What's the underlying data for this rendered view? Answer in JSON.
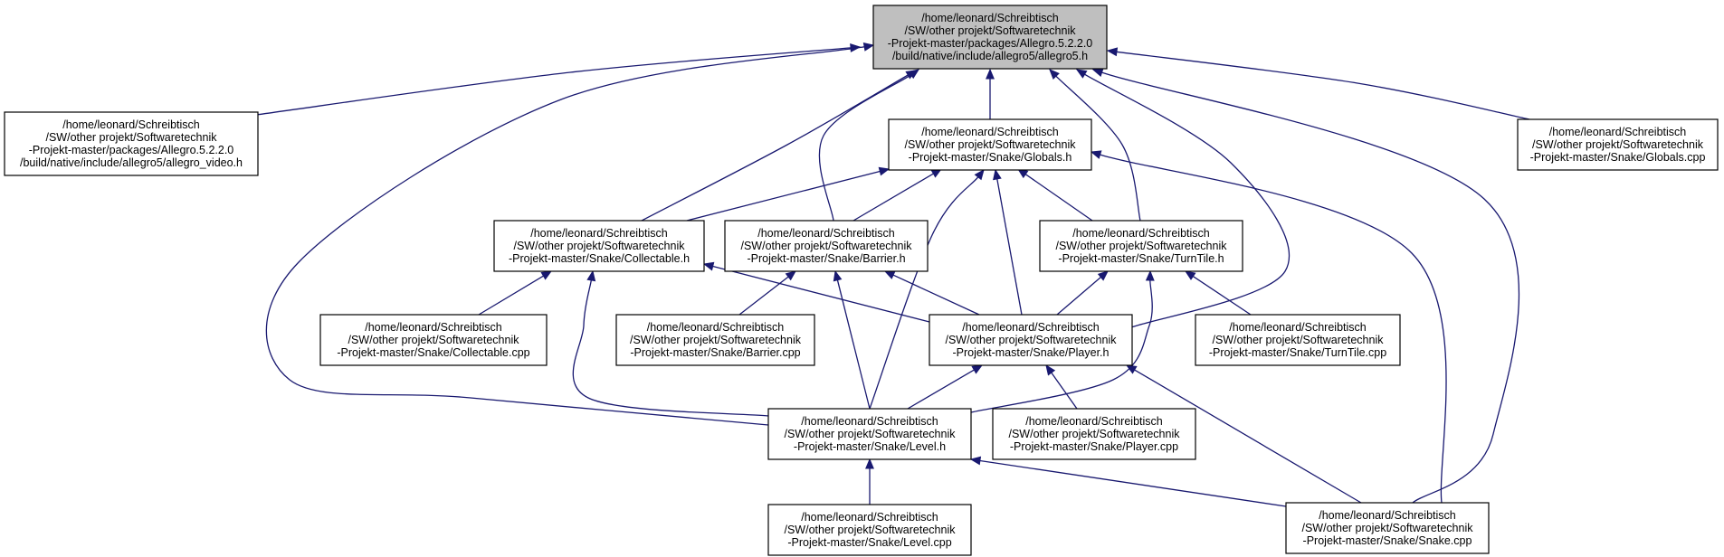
{
  "colors": {
    "edge": "#191970",
    "node_border": "#000000",
    "root_fill": "#bfbfbf",
    "node_fill": "#ffffff"
  },
  "nodes": [
    {
      "id": "allegro5_h",
      "lines": [
        "/home/leonard/Schreibtisch",
        "/SW/other projekt/Softwaretechnik",
        "-Projekt-master/packages/Allegro.5.2.2.0",
        "/build/native/include/allegro5/allegro5.h"
      ],
      "highlighted": true
    },
    {
      "id": "allegro_video_h",
      "lines": [
        "/home/leonard/Schreibtisch",
        "/SW/other projekt/Softwaretechnik",
        "-Projekt-master/packages/Allegro.5.2.2.0",
        "/build/native/include/allegro5/allegro_video.h"
      ]
    },
    {
      "id": "globals_h",
      "lines": [
        "/home/leonard/Schreibtisch",
        "/SW/other projekt/Softwaretechnik",
        "-Projekt-master/Snake/Globals.h"
      ]
    },
    {
      "id": "globals_cpp",
      "lines": [
        "/home/leonard/Schreibtisch",
        "/SW/other projekt/Softwaretechnik",
        "-Projekt-master/Snake/Globals.cpp"
      ]
    },
    {
      "id": "collectable_h",
      "lines": [
        "/home/leonard/Schreibtisch",
        "/SW/other projekt/Softwaretechnik",
        "-Projekt-master/Snake/Collectable.h"
      ]
    },
    {
      "id": "barrier_h",
      "lines": [
        "/home/leonard/Schreibtisch",
        "/SW/other projekt/Softwaretechnik",
        "-Projekt-master/Snake/Barrier.h"
      ]
    },
    {
      "id": "turntile_h",
      "lines": [
        "/home/leonard/Schreibtisch",
        "/SW/other projekt/Softwaretechnik",
        "-Projekt-master/Snake/TurnTile.h"
      ]
    },
    {
      "id": "collectable_cpp",
      "lines": [
        "/home/leonard/Schreibtisch",
        "/SW/other projekt/Softwaretechnik",
        "-Projekt-master/Snake/Collectable.cpp"
      ]
    },
    {
      "id": "barrier_cpp",
      "lines": [
        "/home/leonard/Schreibtisch",
        "/SW/other projekt/Softwaretechnik",
        "-Projekt-master/Snake/Barrier.cpp"
      ]
    },
    {
      "id": "player_h",
      "lines": [
        "/home/leonard/Schreibtisch",
        "/SW/other projekt/Softwaretechnik",
        "-Projekt-master/Snake/Player.h"
      ]
    },
    {
      "id": "turntile_cpp",
      "lines": [
        "/home/leonard/Schreibtisch",
        "/SW/other projekt/Softwaretechnik",
        "-Projekt-master/Snake/TurnTile.cpp"
      ]
    },
    {
      "id": "level_h",
      "lines": [
        "/home/leonard/Schreibtisch",
        "/SW/other projekt/Softwaretechnik",
        "-Projekt-master/Snake/Level.h"
      ]
    },
    {
      "id": "player_cpp",
      "lines": [
        "/home/leonard/Schreibtisch",
        "/SW/other projekt/Softwaretechnik",
        "-Projekt-master/Snake/Player.cpp"
      ]
    },
    {
      "id": "level_cpp",
      "lines": [
        "/home/leonard/Schreibtisch",
        "/SW/other projekt/Softwaretechnik",
        "-Projekt-master/Snake/Level.cpp"
      ]
    },
    {
      "id": "snake_cpp",
      "lines": [
        "/home/leonard/Schreibtisch",
        "/SW/other projekt/Softwaretechnik",
        "-Projekt-master/Snake/Snake.cpp"
      ]
    }
  ],
  "edges": [
    {
      "from": "allegro_video_h",
      "to": "allegro5_h"
    },
    {
      "from": "globals_h",
      "to": "allegro5_h"
    },
    {
      "from": "globals_cpp",
      "to": "allegro5_h"
    },
    {
      "from": "collectable_h",
      "to": "allegro5_h"
    },
    {
      "from": "barrier_h",
      "to": "allegro5_h"
    },
    {
      "from": "turntile_h",
      "to": "allegro5_h"
    },
    {
      "from": "player_h",
      "to": "allegro5_h"
    },
    {
      "from": "level_h",
      "to": "allegro5_h"
    },
    {
      "from": "snake_cpp",
      "to": "allegro5_h"
    },
    {
      "from": "collectable_h",
      "to": "globals_h"
    },
    {
      "from": "barrier_h",
      "to": "globals_h"
    },
    {
      "from": "turntile_h",
      "to": "globals_h"
    },
    {
      "from": "player_h",
      "to": "globals_h"
    },
    {
      "from": "level_h",
      "to": "globals_h"
    },
    {
      "from": "snake_cpp",
      "to": "globals_h"
    },
    {
      "from": "collectable_cpp",
      "to": "collectable_h"
    },
    {
      "from": "level_h",
      "to": "collectable_h"
    },
    {
      "from": "player_h",
      "to": "collectable_h"
    },
    {
      "from": "barrier_cpp",
      "to": "barrier_h"
    },
    {
      "from": "level_h",
      "to": "barrier_h"
    },
    {
      "from": "player_h",
      "to": "barrier_h"
    },
    {
      "from": "player_h",
      "to": "turntile_h"
    },
    {
      "from": "turntile_cpp",
      "to": "turntile_h"
    },
    {
      "from": "level_h",
      "to": "turntile_h"
    },
    {
      "from": "level_h",
      "to": "player_h"
    },
    {
      "from": "player_cpp",
      "to": "player_h"
    },
    {
      "from": "snake_cpp",
      "to": "player_h"
    },
    {
      "from": "level_cpp",
      "to": "level_h"
    },
    {
      "from": "snake_cpp",
      "to": "level_h"
    }
  ]
}
